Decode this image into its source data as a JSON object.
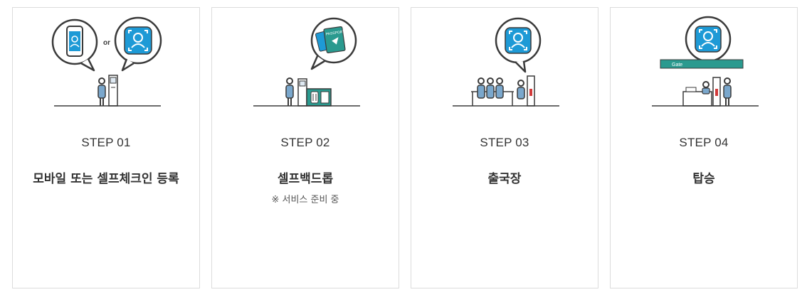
{
  "steps": [
    {
      "step": "STEP 01",
      "title": "모바일 또는 셀프체크인 등록",
      "note": "",
      "bubble_text": "or",
      "icon": "face-scan-mobile-or-kiosk"
    },
    {
      "step": "STEP 02",
      "title": "셀프백드롭",
      "note": "※ 서비스 준비 중",
      "bubble_text": "PASSPORT",
      "icon": "passport-bag-drop"
    },
    {
      "step": "STEP 03",
      "title": "출국장",
      "note": "",
      "bubble_text": "",
      "icon": "face-scan-departure-gate"
    },
    {
      "step": "STEP 04",
      "title": "탑승",
      "note": "",
      "bubble_text": "Gate",
      "icon": "face-scan-boarding-gate"
    }
  ],
  "colors": {
    "accent": "#1e9ad6",
    "teal": "#2a9a8f",
    "ink": "#3a3a3a",
    "border": "#dcdcdc"
  }
}
